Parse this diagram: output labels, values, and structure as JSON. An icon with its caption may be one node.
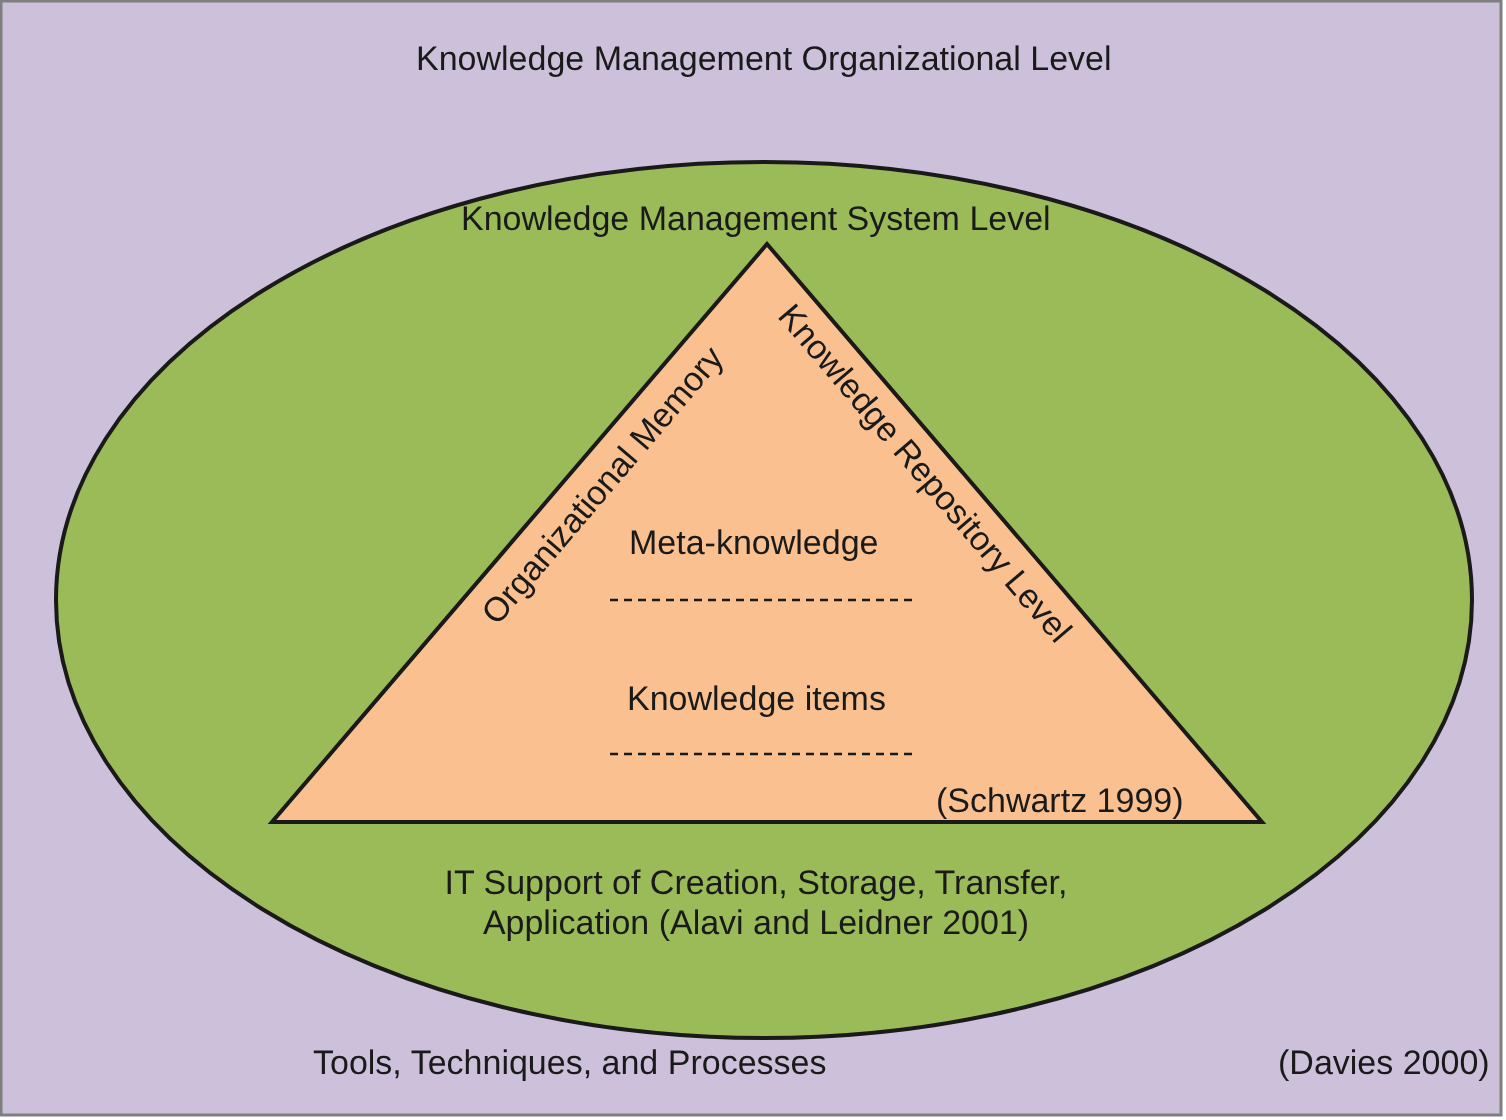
{
  "diagram": {
    "nodes": [
      {
        "text": [
          "Knowledge Management Organizational Level",
          "Tools, Techniques, and Processes",
          "(Davies 2000)"
        ]
      },
      {
        "text": [
          "Knowledge Management System Level",
          "IT Support of Creation, Storage, Transfer, Application (Alavi and Leidner 2001)"
        ],
        "in": 0
      },
      {
        "text": [
          "Organizational Memory",
          "Knowledge Repository Level",
          "Meta-knowledge",
          "Knowledge items",
          "(Schwartz 1999)"
        ],
        "in": 1
      }
    ]
  }
}
